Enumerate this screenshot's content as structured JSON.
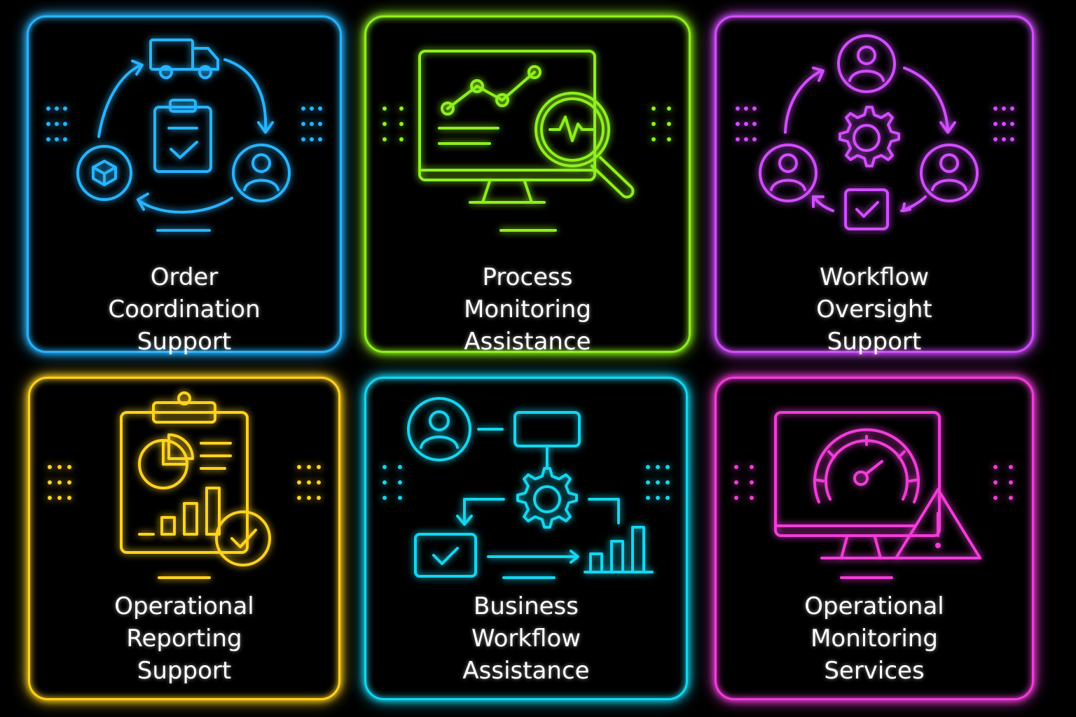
{
  "cards": [
    {
      "id": "order-coordination",
      "color": "#27b4ff",
      "title": [
        "Order",
        "Coordination",
        "Support"
      ]
    },
    {
      "id": "process-monitoring",
      "color": "#8ef01c",
      "title": [
        "Process",
        "Monitoring",
        "Assistance"
      ]
    },
    {
      "id": "workflow-oversight",
      "color": "#d24dff",
      "title": [
        "Workflow",
        "Oversight",
        "Support"
      ]
    },
    {
      "id": "operational-reporting",
      "color": "#ffd21e",
      "title": [
        "Operational",
        "Reporting",
        "Support"
      ]
    },
    {
      "id": "business-workflow",
      "color": "#14d6f0",
      "title": [
        "Business",
        "Workflow",
        "Assistance"
      ]
    },
    {
      "id": "operational-monitoring",
      "color": "#f23cd9",
      "title": [
        "Operational",
        "Monitoring",
        "Services"
      ]
    }
  ]
}
